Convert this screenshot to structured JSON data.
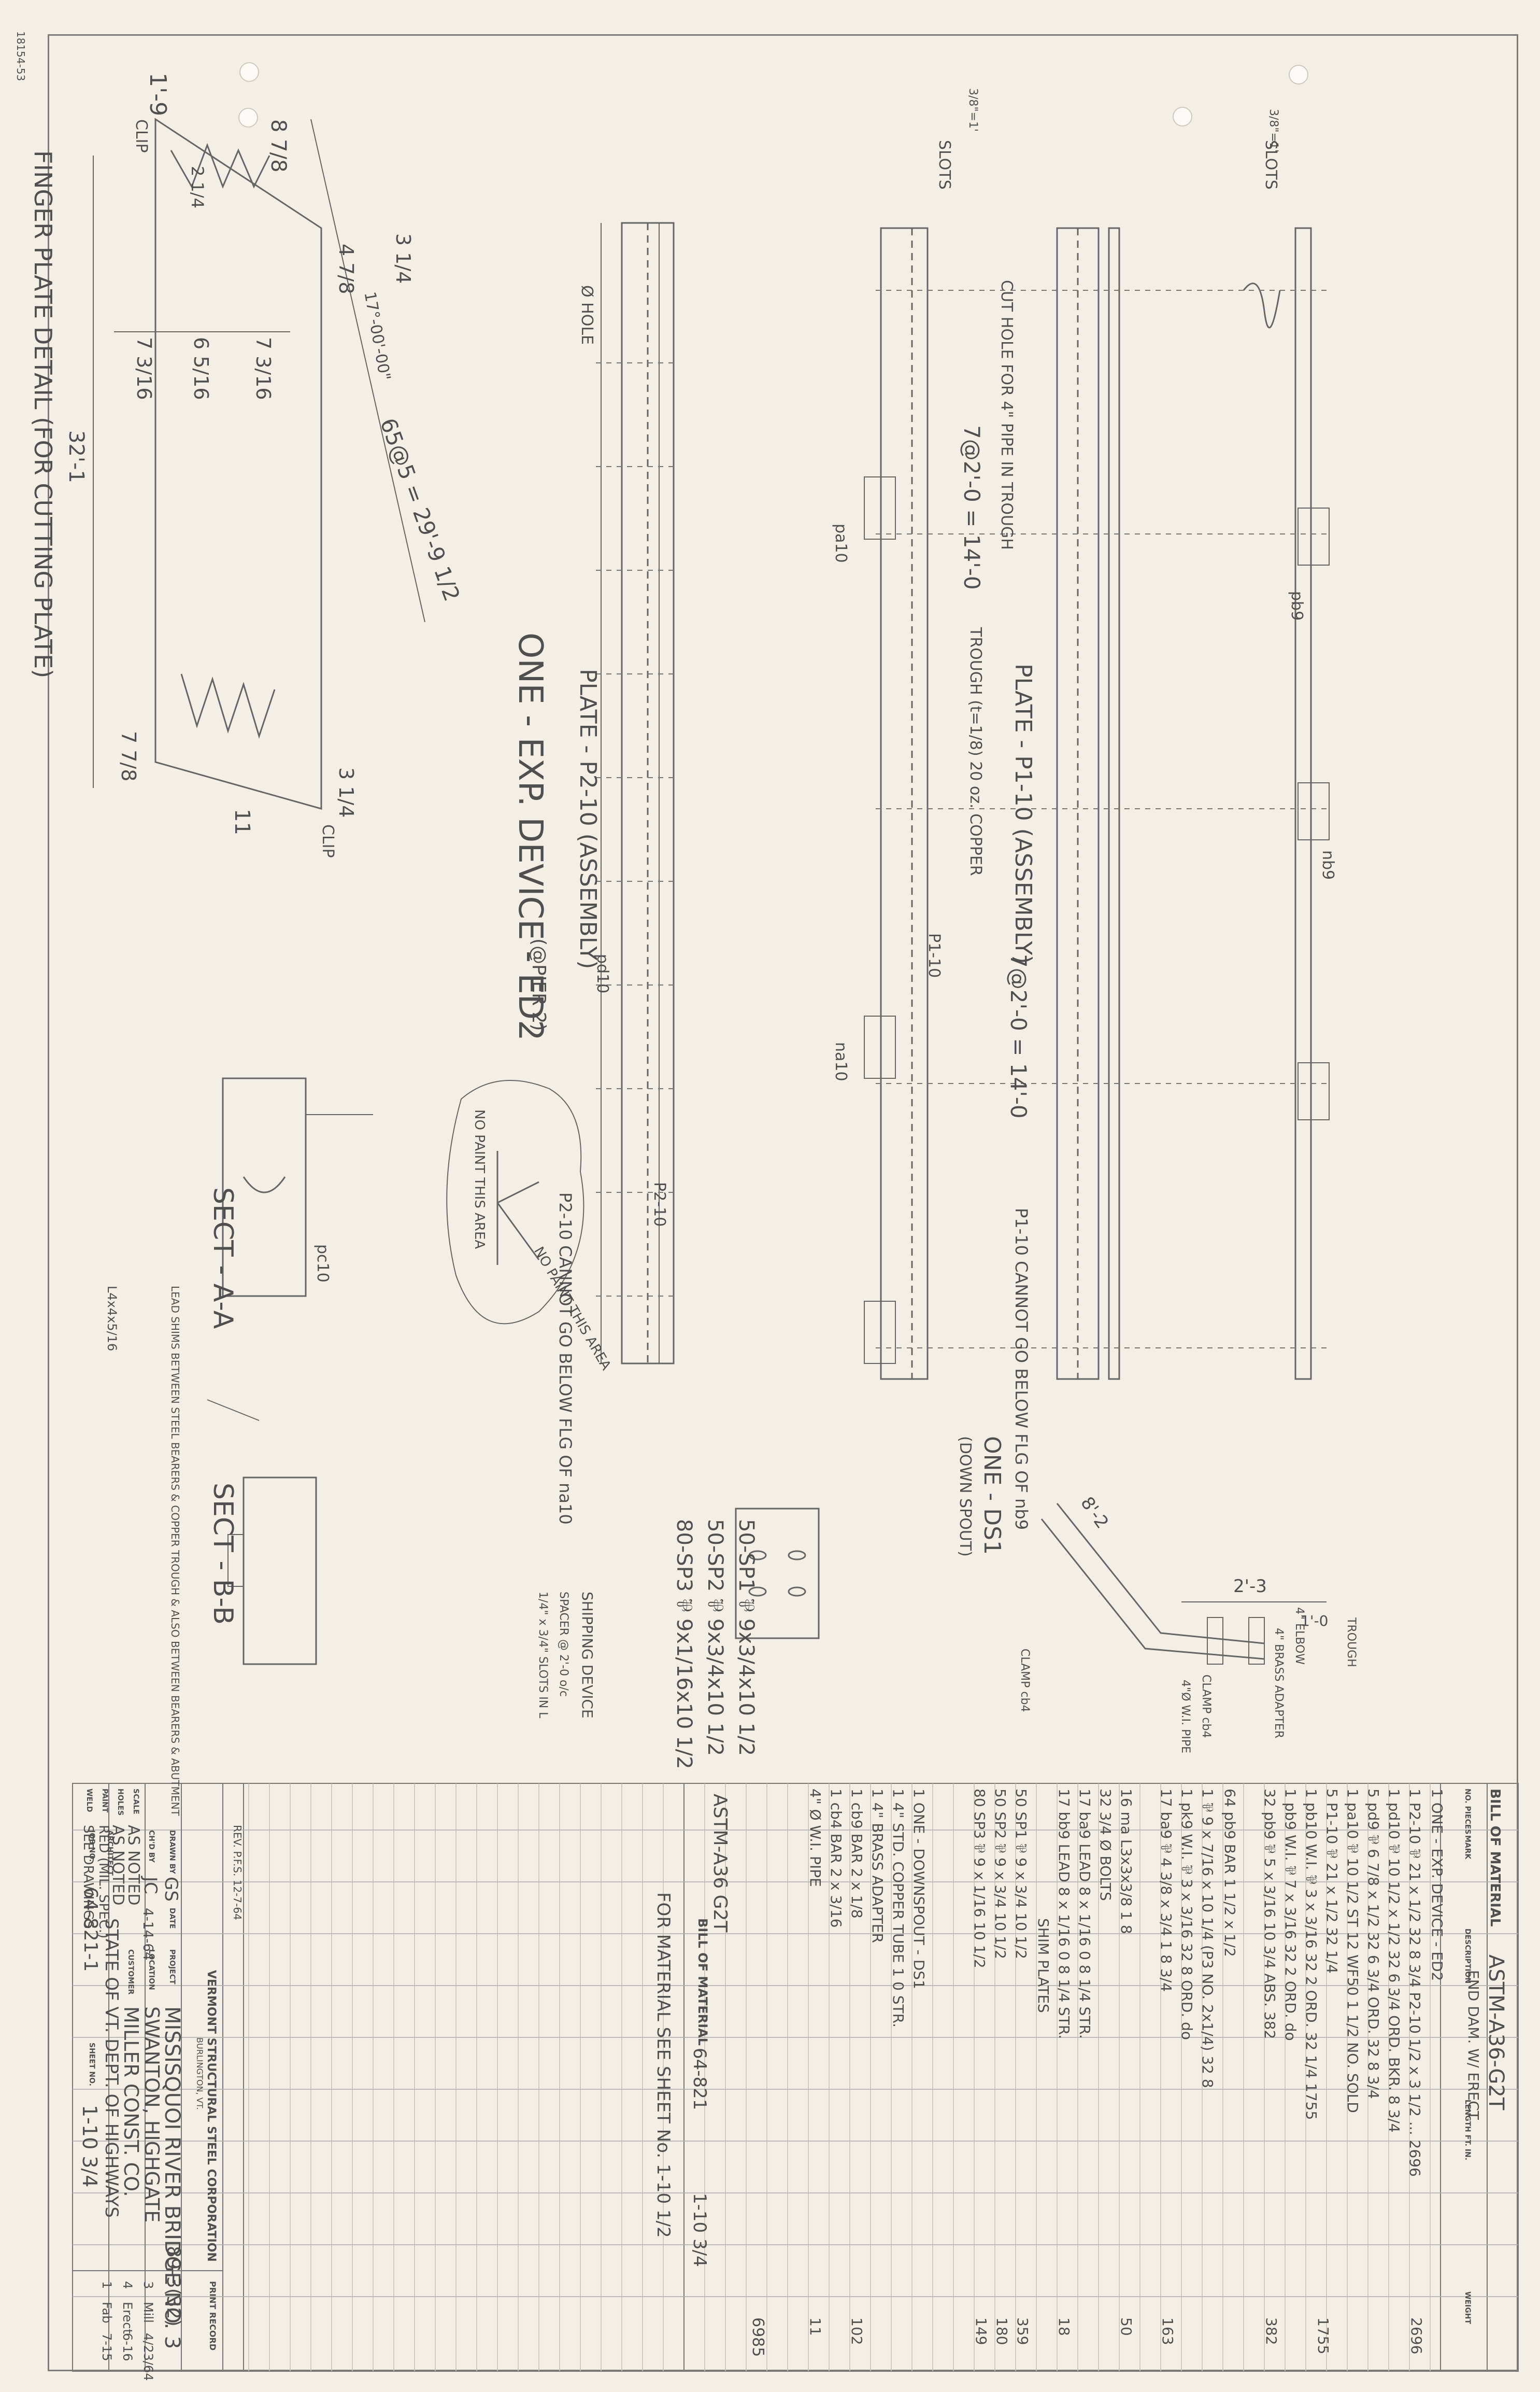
{
  "side_stamp": "18154-53",
  "details": {
    "finger_plate_title": "FINGER PLATE DETAIL (FOR CUTTING PLATE)",
    "finger_dims": [
      "1'-9",
      "8 7/8",
      "3 1/4",
      "4 7/8",
      "2 1/4",
      "7 3/16",
      "6 5/16",
      "7 3/16",
      "32'-1",
      "65@5 = 29'-9 1/2",
      "7 7/8",
      "11",
      "3 1/4",
      "17°-00'-00\""
    ],
    "finger_labels": [
      "CLIP",
      "CLIP"
    ],
    "main_title": "ONE - EXP. DEVICE - ED2",
    "main_title_note": "(@PIER 2)",
    "plate_p2": "PLATE - P2-10 (ASSEMBLY)",
    "plate_p1": "PLATE - P1-10 (ASSEMBLY)",
    "spacing_1": "7@2'-0 = 14'-0",
    "spacing_2": "7@2'-0 = 14'-0",
    "notes": [
      "Ø HOLE",
      "CUT HOLE FOR 4\" PIPE IN TROUGH",
      "TROUGH (t=1/8) 20 oz. COPPER",
      "P2-10 CANNOT GO BELOW FLG OF na10",
      "P1-10 CANNOT GO BELOW FLG OF nb9",
      "NO PAINT THIS AREA",
      "NO PAINT THIS AREA",
      "SLOTS",
      "SLOTS"
    ],
    "sect_aa": "SECT - A-A",
    "sect_bb": "SECT - B-B",
    "sect_notes": [
      "LEAD SHIMS BETWEEN STEEL BEARERS & COPPER TROUGH & ALSO BETWEEN BEARERS & ABUTMENT",
      "L4x4x5/16"
    ],
    "shipping": "SHIPPING DEVICE",
    "shipping_notes": [
      "SPACER @ 2'-0 o/c",
      "1/4\" x 3/4\" SLOTS IN L"
    ],
    "downspout_title": "ONE - DS1",
    "downspout_sub": "(DOWN SPOUT)",
    "downspout_notes": [
      "TROUGH",
      "4\" ELBOW",
      "4\" BRASS ADAPTER",
      "CLAMP cb4",
      "CLAMP cb4",
      "4\"Ø W.I. PIPE"
    ],
    "downspout_dims": [
      "8'-2",
      "2'-3",
      "1'-0"
    ],
    "shim_list": [
      "50-SP1 ⅌ 9x3/4x10 1/2",
      "50-SP2 ⅌ 9x3/4x10 1/2",
      "80-SP3 ⅌ 9x1/16x10 1/2"
    ],
    "marks": [
      "P1-10",
      "pa10",
      "pb9",
      "nb9",
      "na10",
      "pd10",
      "P2-10",
      "pc10"
    ],
    "scale_stamps": [
      "3/8\"=1'",
      "3/8\"=1'"
    ]
  },
  "bom": {
    "header_title": "BILL OF MATERIAL",
    "header_hand": "ASTM-A36-G2T",
    "header_hand2": "END DAM. W/ ERECT",
    "col_heads": [
      "NO. PIECES",
      "MARK",
      "DESCRIPTION",
      "LENGTH FT. IN.",
      "WEIGHT"
    ],
    "rows": [
      "1  ONE - EXP. DEVICE - ED2",
      "1  P2-10  ⅌ 21 x 1/2  32 8 3/4  P2-10 1/2 x 3 1/2 ...  2696",
      "1  pd10  ⅌ 10 1/2 x 1/2  32 6 3/4  ORD. BKR. 8 3/4",
      "5  pd9  ⅌ 6 7/8 x 1/2  32 6 3/4  ORD. 32 8 3/4",
      "1  pa10  ⅌ 10 1/2 ST 12 WF50  1 1/2  NO. SOLD",
      "5  P1-10  ⅌ 21 x 1/2  32 1/4",
      "1  pb10  W.I. ⅌ 3 x 3/16  32 2  ORD. 32 1/4  1755",
      "1  pb9  W.I. ⅌ 7 x 3/16  32 2  ORD. do",
      "32  pb9  ⅌ 5 x 3/16  10 3/4  ABS.  382",
      "64  pb9  BAR 1 1/2 x 1/2",
      "1  ⅌ 9 x 7/16 x 10 1/4  (P3 NO. 2x1/4)  32 8",
      "1  pk9  W.I. ⅌ 3 x 3/16  32 8  ORD. do",
      "17  ba9  ⅌ 4 3/8 x 3/4  1 8 3/4",
      "16  ma  L3x3x3/8  1 8",
      "32  3/4 Ø BOLTS",
      "17  ba9  LEAD 8 x 1/16  0 8 1/4  STR.",
      "17  bb9  LEAD 8 x 1/16  0 8 1/4  STR.",
      "SHIM PLATES",
      "50  SP1  ⅌ 9 x 3/4  10 1/2",
      "50  SP2  ⅌ 9 x 3/4  10 1/2",
      "80  SP3  ⅌ 9 x 1/16  10 1/2",
      "1  ONE - DOWNSPOUT - DS1",
      "1  4\" STD. COPPER TUBE  1 0  STR.",
      "1  4\" BRASS ADAPTER",
      "1  cb9  BAR 2 x 1/8",
      "1  cb4  BAR 2 x 3/16",
      "4\" Ø W.I. PIPE"
    ],
    "right_vals": [
      "2696",
      "1755",
      "382",
      "359",
      "180",
      "149",
      "163",
      "50",
      "18",
      "102",
      "11",
      "6985"
    ],
    "sub_title": "BILL OF MATERIAL",
    "sub_hand": "ASTM-A36 G2T",
    "sub_note": "FOR MATERIAL SEE SHEET No. 1-10 1/2",
    "job_no": "64-821",
    "sheet_no": "1-10 3/4"
  },
  "title_block": {
    "company": "VERMONT STRUCTURAL STEEL CORPORATION",
    "city": "BURLINGTON, VT.",
    "project": "MISSISQUOI RIVER BRIDGE NO. 3",
    "project_no": "I 89-3(32)",
    "location": "SWANTON, HIGHGATE",
    "customer": "MILLER CONST. CO.",
    "architect": "STATE OF VT. DEPT. OF HIGHWAYS",
    "job_no": "64-821-1",
    "sheet_no": "1-10 3/4",
    "scale": "AS NOTED",
    "holes": "AS NOTED",
    "paint": "RED (MIL. SPEC.)",
    "weld": "SEE DRAWINGS",
    "drawn_by": "GS",
    "checked_by": "JC",
    "date": "4-14-64",
    "print_record_title": "PRINT RECORD",
    "print_record": [
      {
        "no": "3",
        "to": "Mill",
        "date": "4/23/64"
      },
      {
        "no": "4",
        "to": "Erect",
        "date": "6-16"
      },
      {
        "no": "1",
        "to": "Fab",
        "date": "7-15"
      }
    ],
    "rev": "REV. P.F.S. 12-7-64",
    "labels": {
      "drawn": "DRAWN BY",
      "checked": "CH'D BY",
      "date": "DATE",
      "project": "PROJECT",
      "location": "LOCATION",
      "customer": "CUSTOMER",
      "architect": "ARCHITECT",
      "job": "JOB NO.",
      "sheet": "SHEET NO.",
      "scale": "SCALE",
      "holes": "HOLES",
      "paint": "PAINT",
      "weld": "WELD"
    }
  }
}
